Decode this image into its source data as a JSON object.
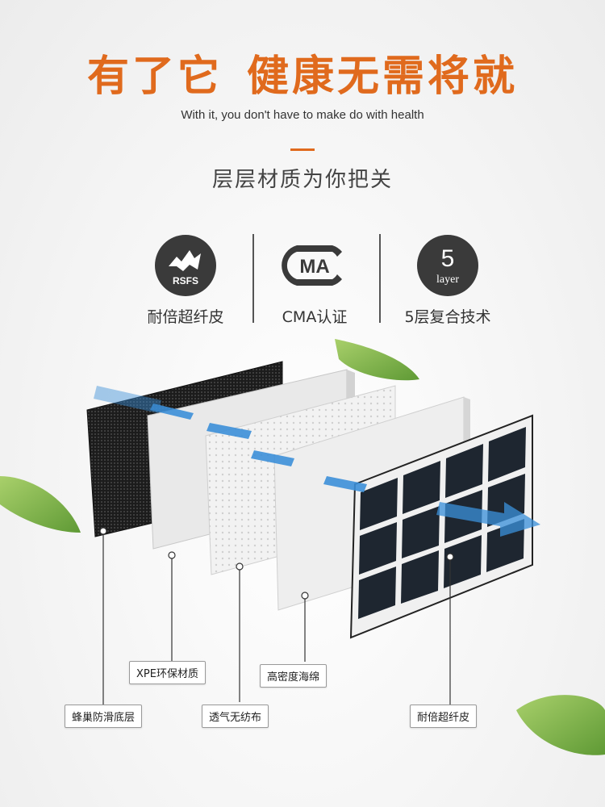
{
  "header": {
    "headline_part1": "有了它",
    "headline_part2": "健康无需将就",
    "subheadline": "With it, you don't have to make do with health"
  },
  "section_title": "层层材质为你把关",
  "features": [
    {
      "icon": "rsfs-icon",
      "icon_text": "RSFS",
      "label": "耐倍超纤皮"
    },
    {
      "icon": "cma-icon",
      "icon_text": "MA",
      "label": "CMA认证"
    },
    {
      "icon": "five-layer-icon",
      "icon_text_top": "5",
      "icon_text_bottom": "layer",
      "label": "5层复合技术"
    }
  ],
  "layers": [
    {
      "name": "蜂巢防滑底层"
    },
    {
      "name": "XPE环保材质"
    },
    {
      "name": "透气无纺布"
    },
    {
      "name": "高密度海绵"
    },
    {
      "name": "耐倍超纤皮"
    }
  ],
  "colors": {
    "accent": "#e06a1d",
    "arrow": "#3b8fd8",
    "leaf": "#7fb34a"
  }
}
